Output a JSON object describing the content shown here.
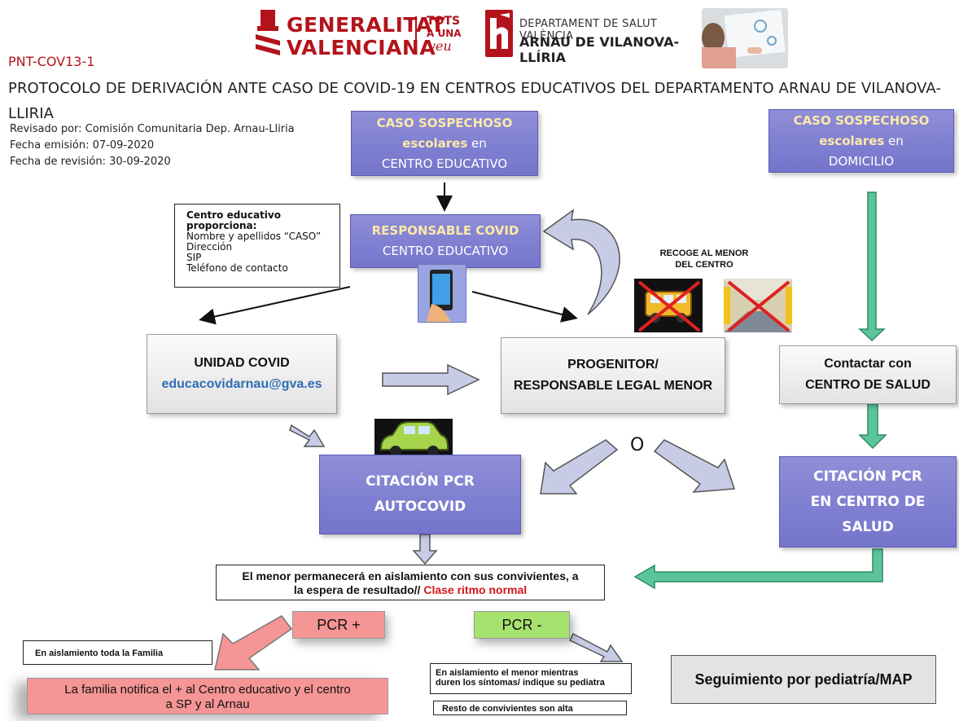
{
  "header": {
    "gv_line1": "GENERALITAT",
    "gv_line2": "VALENCIANA",
    "tots_line1": "TOTS",
    "tots_line2": "A UNA",
    "tots_line3": "veu",
    "dept_line1": "DEPARTAMENT DE SALUT VALÈNCIA",
    "dept_line2": "ARNAU DE VILANOVA-LLÍRIA",
    "code": "PNT-COV13-1",
    "title": "PROTOCOLO DE DERIVACIÓN ANTE CASO DE COVID-19 EN CENTROS EDUCATIVOS DEL DEPARTAMENTO ARNAU DE VILANOVA-LLIRIA",
    "reviewed": "Revisado por: Comisión Comunitaria Dep. Arnau-Lliria",
    "issued": "Fecha emisión: 07-09-2020",
    "revised": "Fecha de revisión: 30-09-2020"
  },
  "nodes": {
    "caso_centro": {
      "l1": "CASO SOSPECHOSO",
      "l2a": "escolares",
      "l2b": " en",
      "l3": "CENTRO EDUCATIVO"
    },
    "caso_domicilio": {
      "l1": "CASO SOSPECHOSO",
      "l2a": "escolares",
      "l2b": " en",
      "l3": "DOMICILIO"
    },
    "responsable": {
      "l1": "RESPONSABLE COVID",
      "l2": "CENTRO EDUCATIVO"
    },
    "info_box": {
      "l1": "Centro educativo",
      "l2": "proporciona:",
      "l3": "Nombre y apellidos “CASO”",
      "l4": "Dirección",
      "l5": "SIP",
      "l6": "Teléfono de contacto"
    },
    "recoge": {
      "l1": "RECOGE AL MENOR",
      "l2": "DEL CENTRO"
    },
    "unidad": {
      "l1": "UNIDAD COVID",
      "l2": "educacovidarnau@gva.es"
    },
    "progenitor": {
      "l1": "PROGENITOR/",
      "l2": "RESPONSABLE LEGAL MENOR"
    },
    "contactar": {
      "l1": "Contactar con",
      "l2": "CENTRO DE SALUD"
    },
    "citacion_auto": {
      "l1": "CITACIÓN PCR",
      "l2": "AUTOCOVID"
    },
    "or_label": "O",
    "citacion_salud": {
      "l1": "CITACIÓN PCR",
      "l2": "EN CENTRO DE",
      "l3": "SALUD"
    },
    "aislamiento": {
      "l1": "El menor permanecerá en aislamiento con sus convivientes, a",
      "l2a": "la espera de resultado//",
      "l2b": " Clase ritmo normal"
    },
    "pcr_pos": "PCR +",
    "pcr_neg": "PCR -",
    "familia_aislamiento": "En aislamiento toda la Familia",
    "familia_notifica": {
      "l1": "La familia notifica el + al Centro educativo y el centro",
      "l2": "a SP y al Arnau"
    },
    "menor_aislamiento": {
      "l1": "En aislamiento el menor mientras",
      "l2": "duren los síntomas/ indique su pediatra"
    },
    "resto": "Resto de convivientes son alta",
    "seguimiento": "Seguimiento por pediatría/MAP"
  },
  "colors": {
    "purple": "#7a7ad0",
    "green_arrow": "#5cc49a",
    "pcr_pos": "#f59595",
    "pcr_neg": "#a6e26e",
    "brand_red": "#b3141c"
  }
}
